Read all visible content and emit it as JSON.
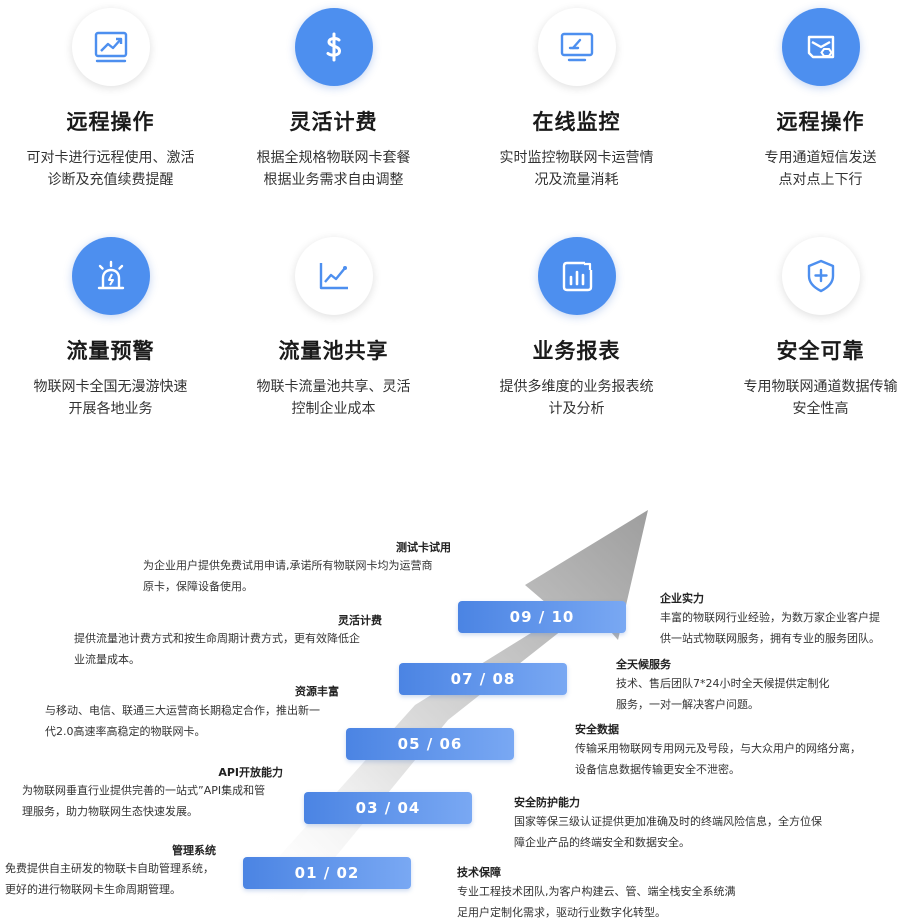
{
  "features": [
    {
      "title": "远程操作",
      "icon": "trend-chart-icon",
      "style": "white",
      "desc": [
        "可对卡进行远程使用、激活",
        "诊断及充值续费提醒"
      ]
    },
    {
      "title": "灵活计费",
      "icon": "dollar-icon",
      "style": "blue",
      "desc": [
        "根据全规格物联网卡套餐",
        "根据业务需求自由调整"
      ]
    },
    {
      "title": "在线监控",
      "icon": "monitor-icon",
      "style": "white",
      "desc": [
        "实时监控物联网卡运营情",
        "况及流量消耗"
      ]
    },
    {
      "title": "远程操作",
      "icon": "sms-card-icon",
      "style": "blue",
      "desc": [
        "专用通道短信发送",
        "点对点上下行"
      ]
    },
    {
      "title": "流量预警",
      "icon": "alarm-light-icon",
      "style": "blue",
      "desc": [
        "物联网卡全国无漫游快速",
        "开展各地业务"
      ]
    },
    {
      "title": "流量池共享",
      "icon": "line-chart-icon",
      "style": "white",
      "desc": [
        "物联卡流量池共享、灵活",
        "控制企业成本"
      ]
    },
    {
      "title": "业务报表",
      "icon": "report-chart-icon",
      "style": "blue",
      "desc": [
        "提供多维度的业务报表统",
        "计及分析"
      ]
    },
    {
      "title": "安全可靠",
      "icon": "shield-plus-icon",
      "style": "white",
      "desc": [
        "专用物联网通道数据传输",
        "安全性高"
      ]
    }
  ],
  "timeline": {
    "steps": [
      {
        "label": "01 / 02",
        "left": {
          "title": "管理系统",
          "desc": [
            "免费提供自主研发的物联卡自助管理系统，",
            "更好的进行物联网卡生命周期管理。"
          ]
        },
        "right": {
          "title": "技术保障",
          "desc": [
            "专业工程技术团队,为客户构建云、管、端全栈安全系统满",
            "足用户定制化需求，驱动行业数字化转型。"
          ]
        }
      },
      {
        "label": "03 / 04",
        "left": {
          "title": "API开放能力",
          "desc": [
            "为物联网垂直行业提供完善的一站式”API集成和管",
            "理服务，助力物联网生态快速发展。"
          ]
        },
        "right": {
          "title": "安全防护能力",
          "desc": [
            "国家等保三级认证提供更加准确及时的终端风险信息，全方位保",
            "障企业产品的终端安全和数据安全。"
          ]
        }
      },
      {
        "label": "05 / 06",
        "left": {
          "title": "资源丰富",
          "desc": [
            "与移动、电信、联通三大运营商长期稳定合作，推出新一",
            "代2.0高速率高稳定的物联网卡。"
          ]
        },
        "right": {
          "title": "安全数据",
          "desc": [
            "传输采用物联网专用网元及号段，与大众用户的网络分离，",
            "设备信息数据传输更安全不泄密。"
          ]
        }
      },
      {
        "label": "07 / 08",
        "left": {
          "title": "灵活计费",
          "desc": [
            "提供流量池计费方式和按生命周期计费方式，更有效降低企",
            "业流量成本。"
          ]
        },
        "right": {
          "title": "全天候服务",
          "desc": [
            "技术、售后团队7*24小时全天候提供定制化",
            "服务，一对一解决客户问题。"
          ]
        }
      },
      {
        "label": "09 / 10",
        "left": {
          "title": "测试卡试用",
          "desc": [
            "为企业用户提供免费试用申请,承诺所有物联网卡均为运营商",
            "原卡，保障设备使用。"
          ]
        },
        "right": {
          "title": "企业实力",
          "desc": [
            "丰富的物联网行业经验，为数万家企业客户提",
            "供一站式物联网服务，拥有专业的服务团队。"
          ]
        }
      }
    ]
  }
}
